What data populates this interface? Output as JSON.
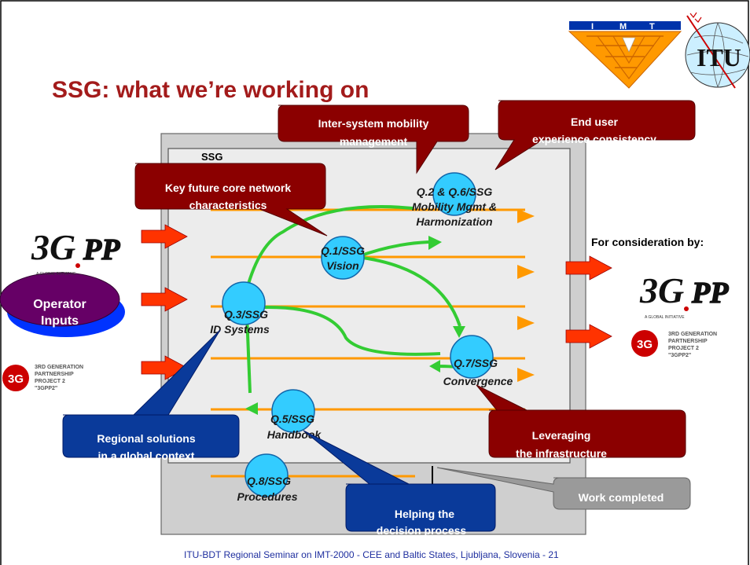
{
  "title": "SSG: what we’re working on",
  "box_label": "SSG",
  "footer": "ITU-BDT Regional Seminar on IMT-2000 - CEE and Baltic States, Ljubljana, Slovenia - 21",
  "for_consideration": "For consideration by:",
  "operator_inputs": [
    "Operator",
    "Inputs"
  ],
  "logos": {
    "imt": {
      "letters": [
        "I",
        "M",
        "T"
      ]
    },
    "itu": {
      "text": "ITU"
    },
    "gpp_main": "3G",
    "gpp_tail": "PP",
    "gpp_tagline": "A GLOBAL INITIATIVE",
    "gpp2_badge": "3G",
    "gpp2_lines": [
      "3RD GENERATION",
      "PARTNERSHIP",
      "PROJECT 2",
      "\"3GPP2\""
    ]
  },
  "questions": [
    {
      "id": "q1",
      "line1": "Q.1/SSG",
      "line2": "Vision"
    },
    {
      "id": "q26",
      "line1": "Q.2 & Q.6/SSG",
      "line2": "Mobility Mgmt &",
      "line3": "Harmonization"
    },
    {
      "id": "q3",
      "line1": "Q.3/SSG",
      "line2": "ID Systems"
    },
    {
      "id": "q7",
      "line1": "Q.7/SSG",
      "line2": "Convergence"
    },
    {
      "id": "q5",
      "line1": "Q.5/SSG",
      "line2": "Handbook"
    },
    {
      "id": "q8",
      "line1": "Q.8/SSG",
      "line2": "Procedures"
    }
  ],
  "callouts": {
    "intersystem": [
      "Inter-system mobility",
      "management"
    ],
    "enduser": [
      "End user",
      "experience consistency"
    ],
    "keyfuture": [
      "Key future core network",
      "characteristics"
    ],
    "regional": [
      "Regional solutions",
      "in a global context"
    ],
    "helping": [
      "Helping the",
      "decision process"
    ],
    "leveraging": [
      "Leveraging",
      "the infrastructure"
    ],
    "work": [
      "Work completed"
    ]
  },
  "colors": {
    "title": "#a31b1b",
    "darkred": "#8b0000",
    "navy": "#003399",
    "orange": "#ff9900",
    "green": "#33cc33",
    "cyan": "#33ccff",
    "arrow": "#ff3300",
    "purple": "#660066",
    "blue": "#0033ff",
    "gray": "#999999"
  }
}
